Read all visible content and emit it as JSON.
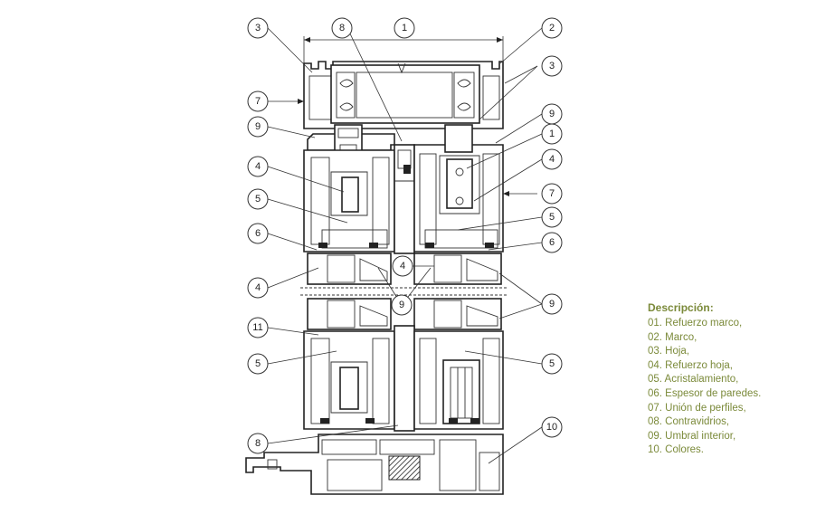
{
  "diagram": {
    "callouts": [
      {
        "id": "c-1-top",
        "label": "1"
      },
      {
        "id": "c-2",
        "label": "2"
      },
      {
        "id": "c-3-left",
        "label": "3"
      },
      {
        "id": "c-3-right",
        "label": "3"
      },
      {
        "id": "c-8-top",
        "label": "8"
      },
      {
        "id": "c-7-left",
        "label": "7"
      },
      {
        "id": "c-9-left",
        "label": "9"
      },
      {
        "id": "c-9-right-top",
        "label": "9"
      },
      {
        "id": "c-1-right",
        "label": "1"
      },
      {
        "id": "c-4-left",
        "label": "4"
      },
      {
        "id": "c-4-right",
        "label": "4"
      },
      {
        "id": "c-7-right",
        "label": "7"
      },
      {
        "id": "c-5-left-top",
        "label": "5"
      },
      {
        "id": "c-5-right-top",
        "label": "5"
      },
      {
        "id": "c-6-left",
        "label": "6"
      },
      {
        "id": "c-6-right",
        "label": "6"
      },
      {
        "id": "c-4-left-mid",
        "label": "4"
      },
      {
        "id": "c-4-center",
        "label": "4"
      },
      {
        "id": "c-9-center",
        "label": "9"
      },
      {
        "id": "c-9-right-mid",
        "label": "9"
      },
      {
        "id": "c-11",
        "label": "11"
      },
      {
        "id": "c-5-left-bot",
        "label": "5"
      },
      {
        "id": "c-5-right-bot",
        "label": "5"
      },
      {
        "id": "c-10",
        "label": "10"
      },
      {
        "id": "c-8-bot",
        "label": "8"
      }
    ]
  },
  "legend": {
    "title": "Descripción:",
    "items": [
      "01. Refuerzo marco,",
      "02. Marco,",
      "03. Hoja,",
      "04. Refuerzo hoja,",
      "05. Acristalamiento,",
      "06. Espesor de paredes.",
      "07. Unión de perfiles,",
      "08. Contravidrios,",
      "09. Umbral interior,",
      "10. Colores."
    ]
  },
  "colors": {
    "legend_text": "#7b8a3a",
    "line": "#222222"
  }
}
